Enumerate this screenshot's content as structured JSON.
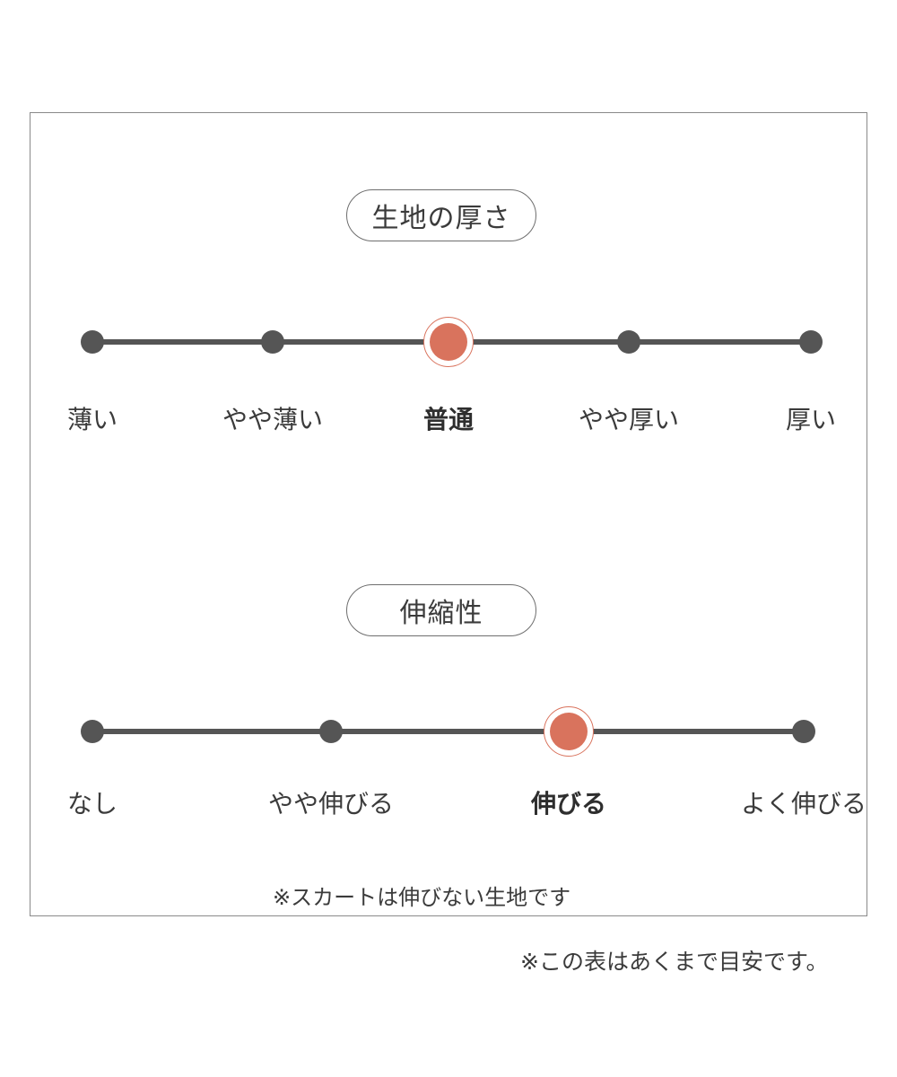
{
  "colors": {
    "accent": "#d9735d",
    "track": "#555555",
    "text": "#3b3b3b"
  },
  "thickness": {
    "title": "生地の厚さ",
    "options": [
      "薄い",
      "やや薄い",
      "普通",
      "やや厚い",
      "厚い"
    ],
    "selected_index": 2
  },
  "stretch": {
    "title": "伸縮性",
    "options": [
      "なし",
      "やや伸びる",
      "伸びる",
      "よく伸びる"
    ],
    "selected_index": 2,
    "note": "※スカートは伸びない生地です"
  },
  "footer_note": "※この表はあくまで目安です。"
}
